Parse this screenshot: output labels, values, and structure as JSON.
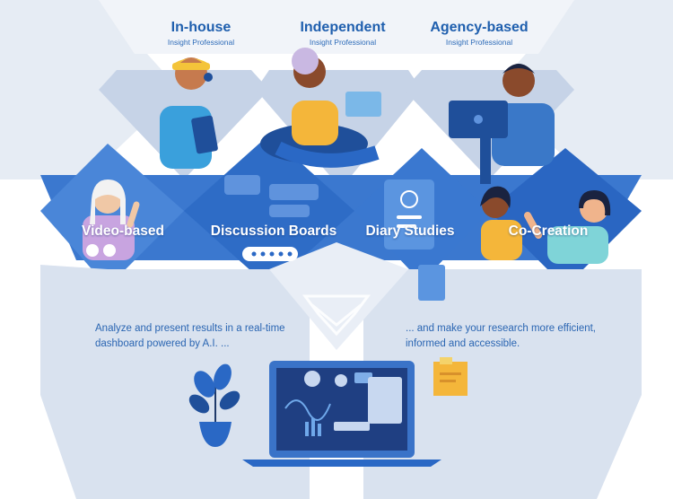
{
  "roles": [
    {
      "title": "In-house",
      "subtitle": "Insight Professional"
    },
    {
      "title": "Independent",
      "subtitle": "Insight Professional"
    },
    {
      "title": "Agency-based",
      "subtitle": "Insight Professional"
    }
  ],
  "methods": [
    "Video-based",
    "Discussion Boards",
    "Diary Studies",
    "Co-Creation"
  ],
  "captions": {
    "left": "Analyze and present results in a real-time dashboard powered by A.I. ...",
    "right": "... and make your research more efficient, informed and accessible."
  },
  "colors": {
    "primary_blue": "#2a68c5",
    "dark_blue": "#1f4f9a",
    "light_panel": "#dde5f0",
    "mid_panel": "#c8d4e6",
    "heading_blue": "#1f5fae",
    "note_yellow": "#f4b63a"
  },
  "icons": [
    "headset-icon",
    "laptop-icon",
    "clipboard-icon",
    "mic-icon",
    "phone-icon",
    "chat-bubble-icon",
    "diary-book-icon",
    "diamond-logo-icon",
    "plant-icon",
    "sticky-note-icon",
    "dashboard-laptop-icon"
  ]
}
